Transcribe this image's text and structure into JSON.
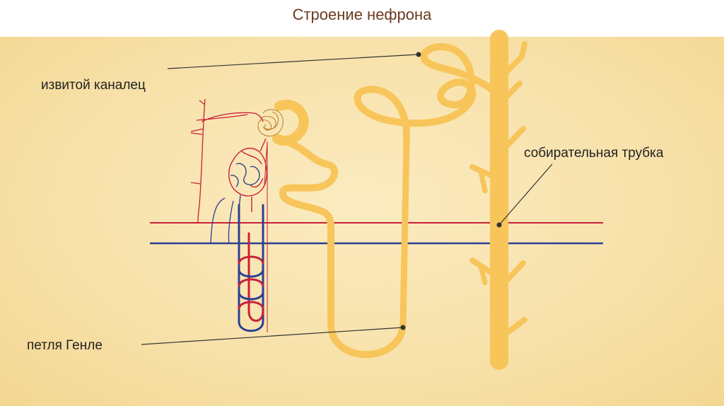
{
  "title": "Строение нефрона",
  "labels": {
    "convoluted_tubule": "извитой каналец",
    "collecting_duct": "собирательная трубка",
    "loop_of_henle": "петля Генле"
  },
  "colors": {
    "tubule": "#f7c55a",
    "tubule_edge": "#e9ad3c",
    "artery": "#c8203a",
    "vein": "#2c3f94",
    "leader": "#333333",
    "title": "#6b3a1f"
  }
}
